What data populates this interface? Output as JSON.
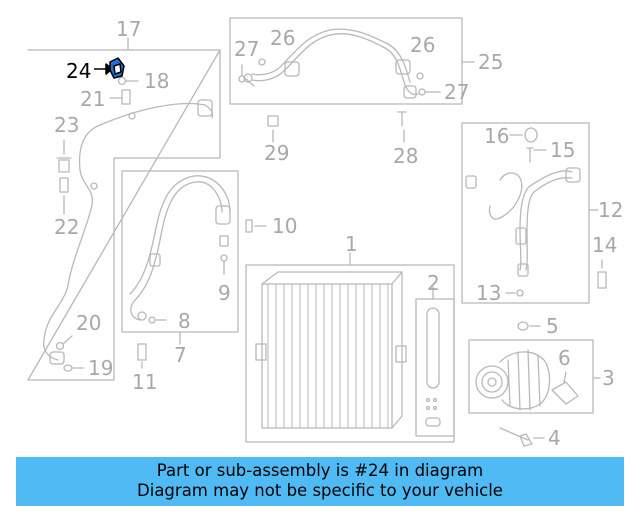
{
  "diagram": {
    "highlight_part": "24",
    "highlight_color": "#1e6fd9",
    "line_color": "#b8b8b8",
    "part_numbers": [
      "1",
      "2",
      "3",
      "4",
      "5",
      "6",
      "7",
      "8",
      "9",
      "10",
      "11",
      "12",
      "13",
      "14",
      "15",
      "16",
      "17",
      "18",
      "19",
      "20",
      "21",
      "22",
      "23",
      "24",
      "25",
      "26",
      "26",
      "27",
      "27",
      "28",
      "29"
    ]
  },
  "banner": {
    "line1": "Part or sub-assembly is #24 in diagram",
    "line2": "Diagram may not be specific to your vehicle",
    "background": "#4fbaf3"
  }
}
